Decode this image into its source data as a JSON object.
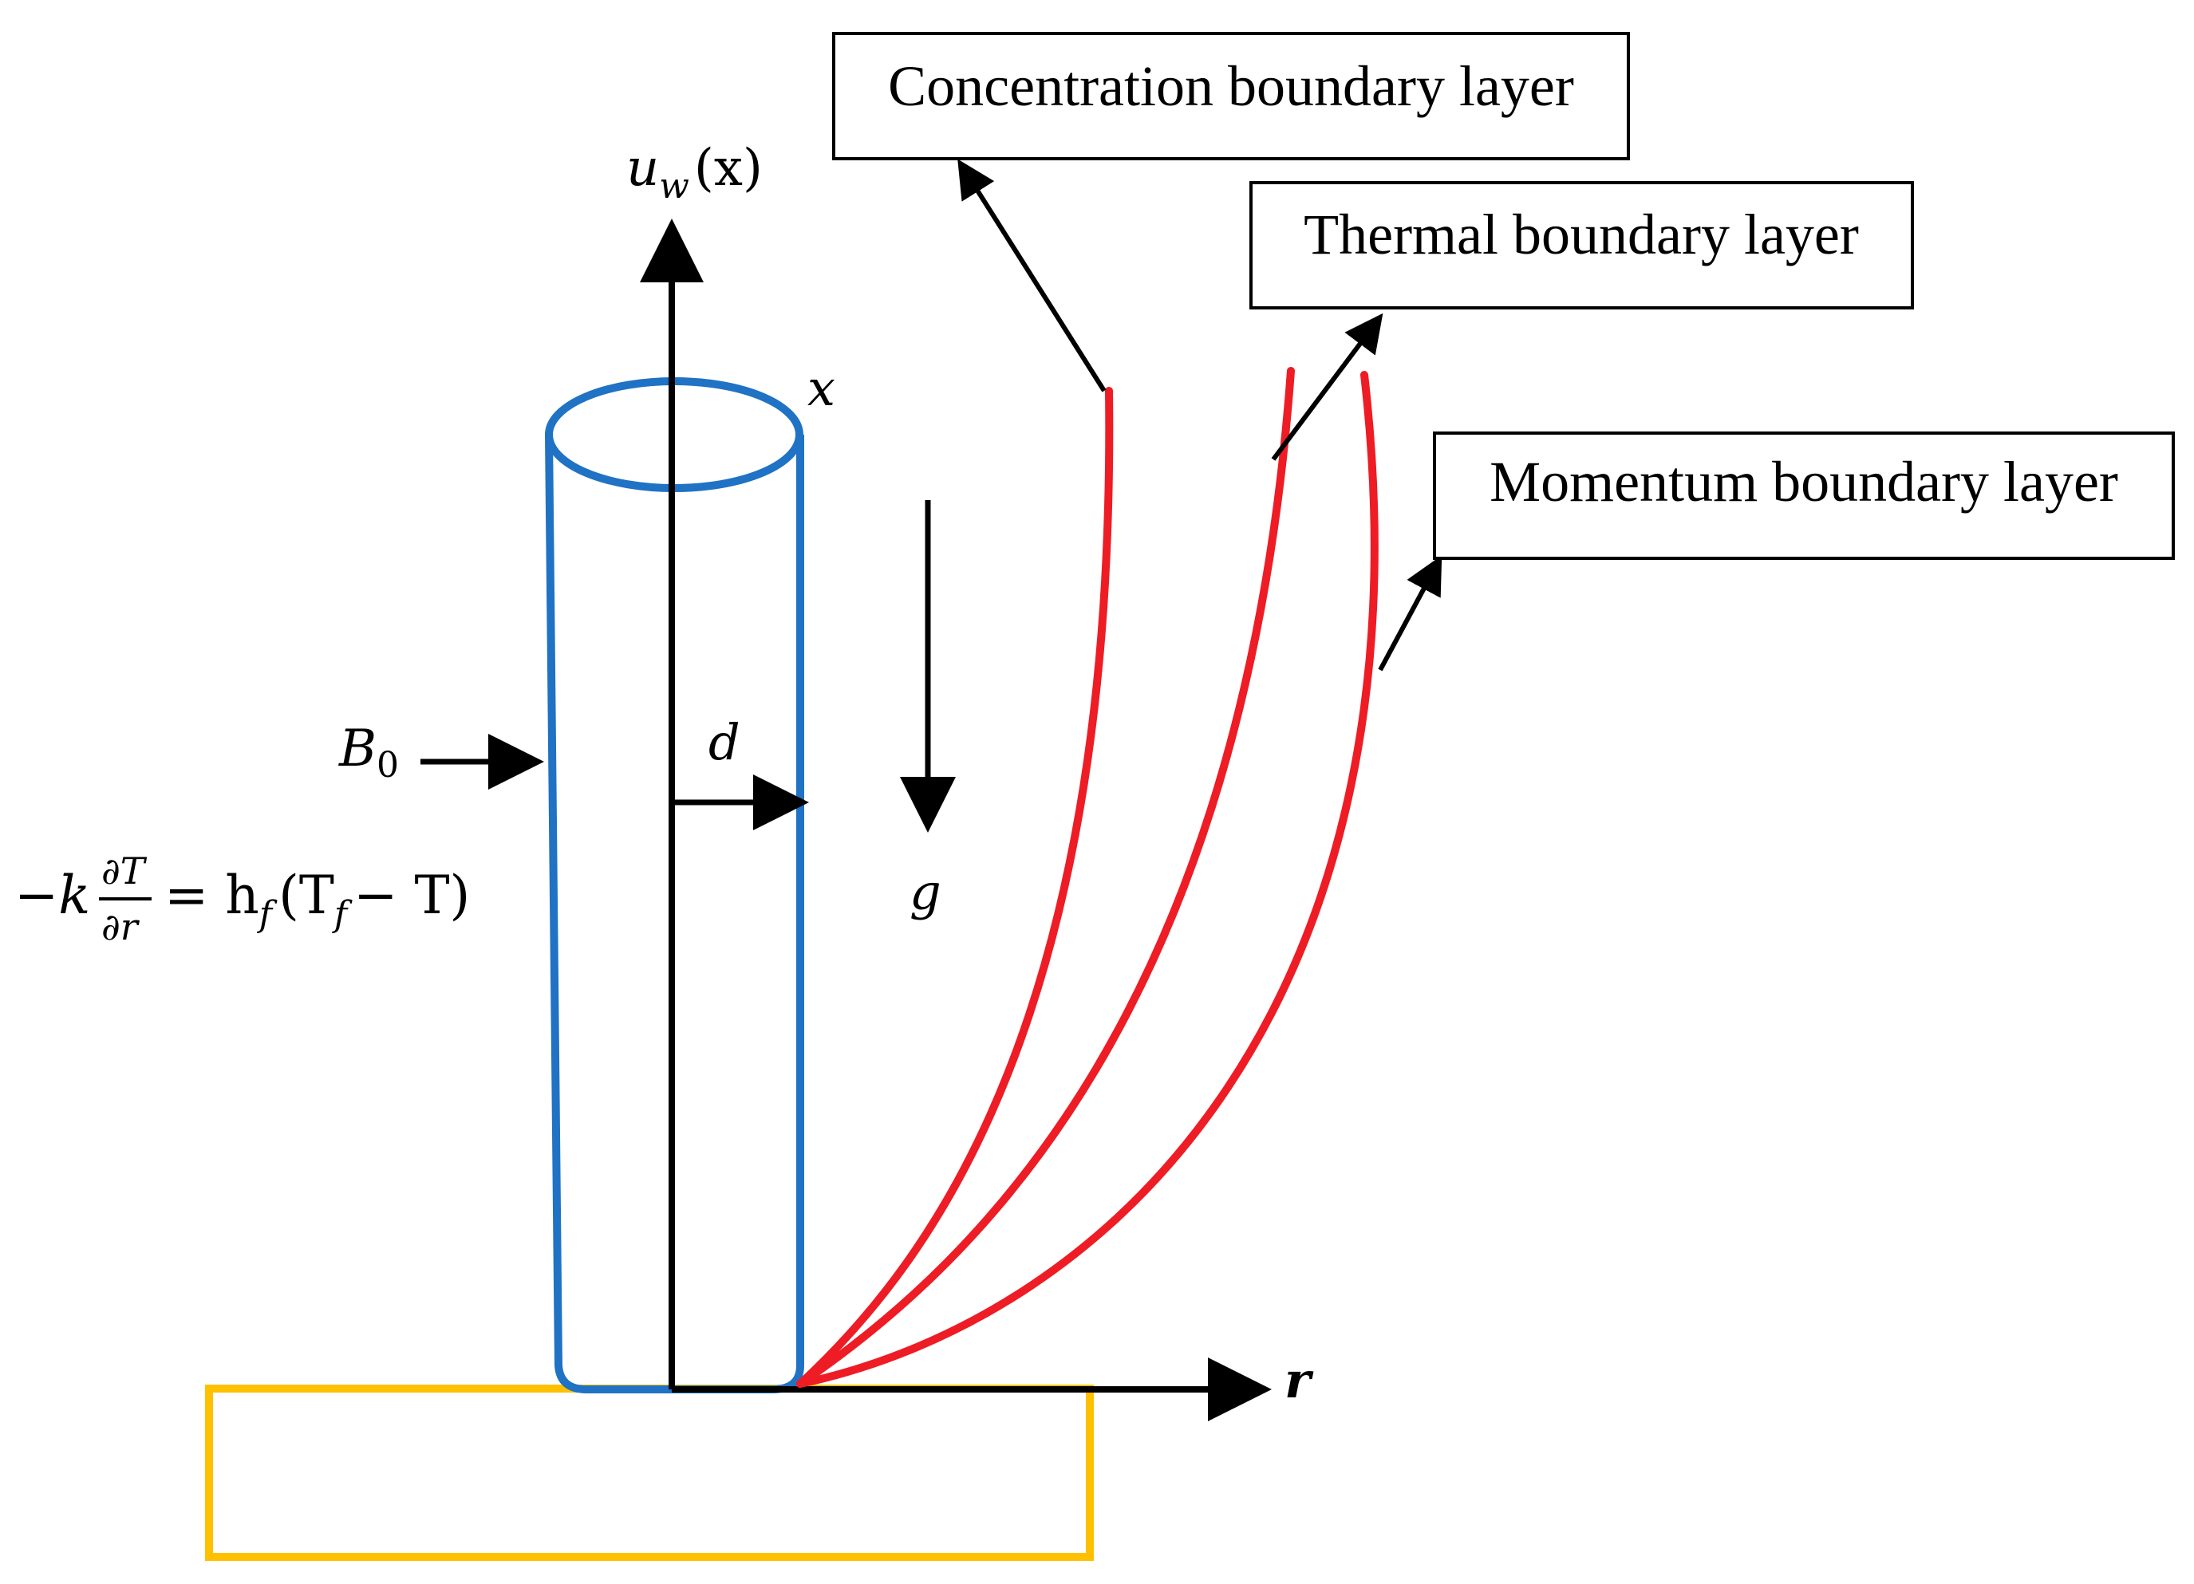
{
  "diagram": {
    "labels": {
      "concentration": "Concentration boundary layer",
      "thermal": "Thermal boundary layer",
      "momentum": "Momentum boundary layer"
    },
    "symbols": {
      "uw_main": "u",
      "uw_sub": "w",
      "uw_arg": "(x)",
      "x": "x",
      "r": "r",
      "d": "d",
      "g": "g",
      "B": "B",
      "B_sub": "0"
    },
    "equation": {
      "minus_k": "−k",
      "num": "∂T",
      "den": "∂r",
      "eq": "= h",
      "h_sub": "f",
      "paren_open": "(T",
      "T_sub": "f",
      "rest": "− T)"
    },
    "colors": {
      "cylinder": "#1f72c4",
      "boundary_curves": "#ee1c24",
      "base_plate": "#ffc000",
      "axes": "#000000",
      "label_boxes": "#000000"
    }
  }
}
